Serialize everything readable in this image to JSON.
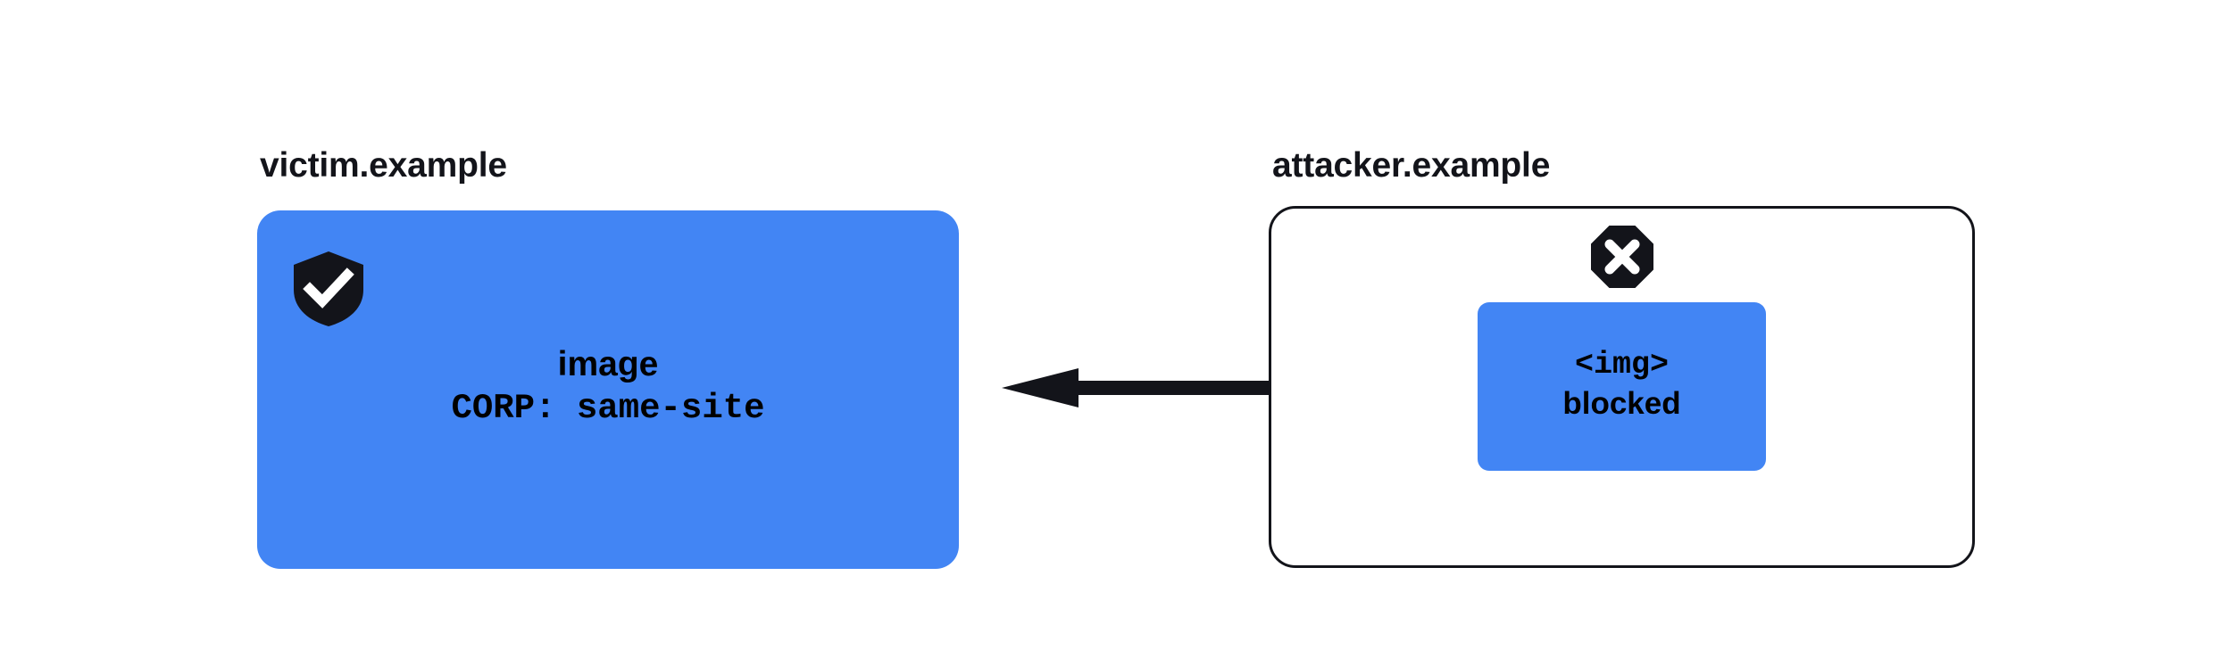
{
  "diagram": {
    "title": "Cross-Origin-Resource-Policy same-site blocks cross-site image embed",
    "background_color": "#ffffff",
    "accent_color": "#4285f4",
    "ink_color": "#13141a"
  },
  "victim": {
    "label": "victim.example",
    "panel_fill": "#4285f4",
    "badge_icon": "shield-check-icon",
    "text_lines": [
      {
        "value": "image",
        "style": "sans"
      },
      {
        "value": "CORP: same-site",
        "style": "mono"
      }
    ]
  },
  "attacker": {
    "label": "attacker.example",
    "panel_fill": "#ffffff",
    "panel_stroke": "#13141a",
    "badge_icon": "octagon-x-blocked-icon",
    "resource_fill": "#4285f4",
    "text_lines": [
      {
        "value": "<img>",
        "style": "mono"
      },
      {
        "value": "blocked",
        "style": "sans"
      }
    ]
  },
  "connector": {
    "icon": "arrow-left-icon",
    "direction": "right-to-left",
    "from": "attacker.example <img>",
    "to": "victim.example image",
    "color": "#13141a"
  }
}
